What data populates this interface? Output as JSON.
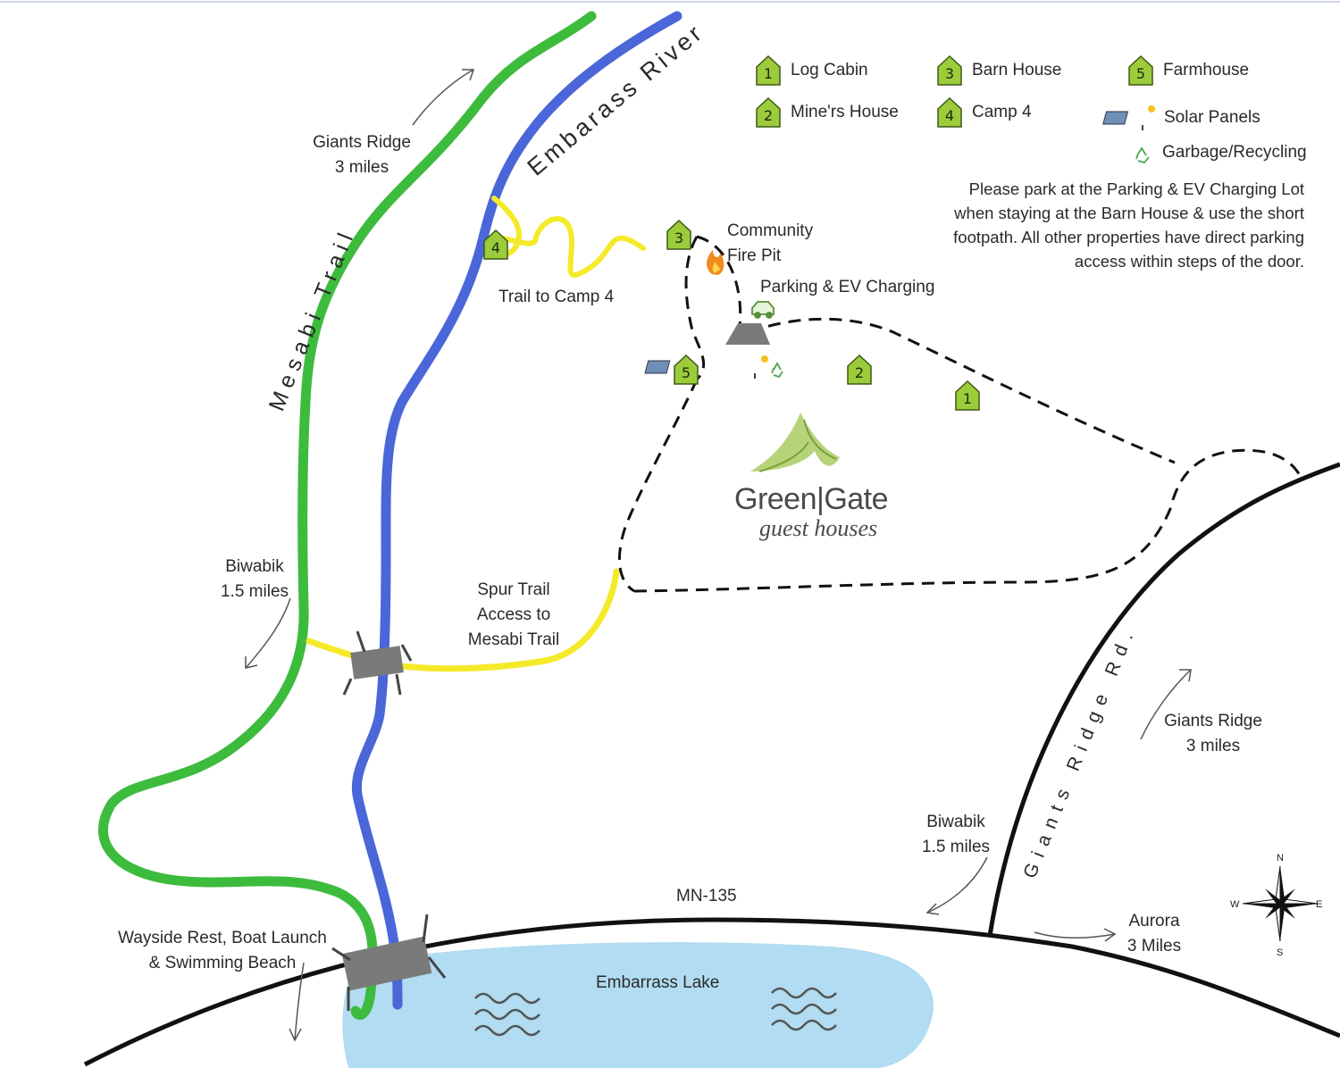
{
  "legend": [
    {
      "num": "1",
      "label": "Log Cabin"
    },
    {
      "num": "2",
      "label": "Mine'rs House"
    },
    {
      "num": "3",
      "label": "Barn House"
    },
    {
      "num": "4",
      "label": "Camp 4"
    },
    {
      "num": "5",
      "label": "Farmhouse"
    }
  ],
  "legend_extra": {
    "solar": "Solar Panels",
    "garbage": "Garbage/Recycling"
  },
  "notice": "Please park at the Parking & EV Charging Lot when staying at the Barn House & use the short footpath. All other properties have direct parking access within steps of the door.",
  "labels": {
    "embarass_river": "Embarass River",
    "mesabi_trail": "Mesabi Trail",
    "giants_ridge_nw_line1": "Giants Ridge",
    "giants_ridge_nw_line2": "3 miles",
    "trail_to_camp4": "Trail to Camp 4",
    "fire_pit_line1": "Community",
    "fire_pit_line2": "Fire Pit",
    "parking": "Parking & EV Charging",
    "biwabik_w_line1": "Biwabik",
    "biwabik_w_line2": "1.5 miles",
    "spur_line1": "Spur Trail",
    "spur_line2": "Access to",
    "spur_line3": "Mesabi Trail",
    "giants_ridge_rd": "Giants Ridge Rd.",
    "giants_ridge_se_line1": "Giants Ridge",
    "giants_ridge_se_line2": "3 miles",
    "biwabik_e_line1": "Biwabik",
    "biwabik_e_line2": "1.5 miles",
    "mn135": "MN-135",
    "aurora_line1": "Aurora",
    "aurora_line2": "3 Miles",
    "wayside_line1": "Wayside Rest, Boat Launch",
    "wayside_line2": "& Swimming Beach",
    "lake": "Embarrass Lake"
  },
  "map_houses": [
    {
      "num": "4"
    },
    {
      "num": "3"
    },
    {
      "num": "5"
    },
    {
      "num": "2"
    },
    {
      "num": "1"
    }
  ],
  "logo": {
    "title": "Green|Gate",
    "subtitle": "guest houses"
  },
  "compass": {
    "n": "N",
    "s": "S",
    "e": "E",
    "w": "W"
  },
  "colors": {
    "mesabi_trail": "#3dbb3d",
    "river": "#4a66d8",
    "spur_trail": "#f4ea2a",
    "lake": "#a9d8f0",
    "house_fill": "#9ccc3c",
    "bridge": "#7a7a7a"
  }
}
